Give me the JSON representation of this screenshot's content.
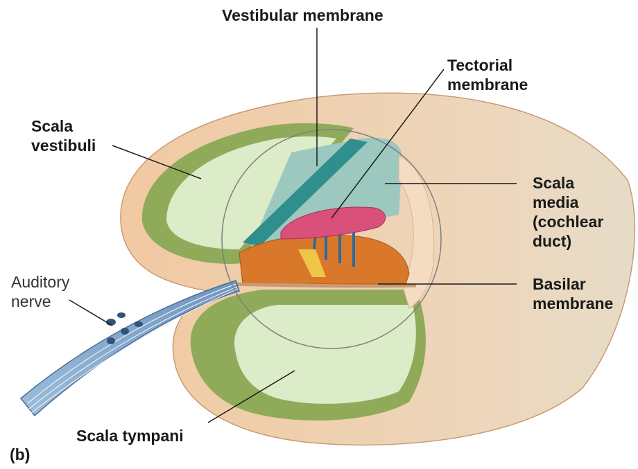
{
  "labels": {
    "vestibular_membrane": "Vestibular membrane",
    "tectorial_membrane": [
      "Tectorial",
      "membrane"
    ],
    "scala_vestibuli": [
      "Scala",
      "vestibuli"
    ],
    "scala_media": [
      "Scala",
      "media",
      "(cochlear",
      "duct)"
    ],
    "auditory_nerve": [
      "Auditory",
      "nerve"
    ],
    "basilar_membrane": [
      "Basilar",
      "membrane"
    ],
    "scala_tympani": "Scala tympani",
    "panel": "(b)"
  },
  "colors": {
    "tissue": "#f2c79f",
    "bone_outer": "#e9dcc3",
    "chamber_wall": "#8fab5a",
    "chamber_fill": "#dcebc8",
    "vestibular_membrane": "#2f8f8c",
    "scala_media_fill": "#9cc8c0",
    "tectorial": "#d9507a",
    "organ_cells": "#d9782a",
    "hair_cells": "#3a7fb5",
    "nerve": "#7fa6c8"
  }
}
